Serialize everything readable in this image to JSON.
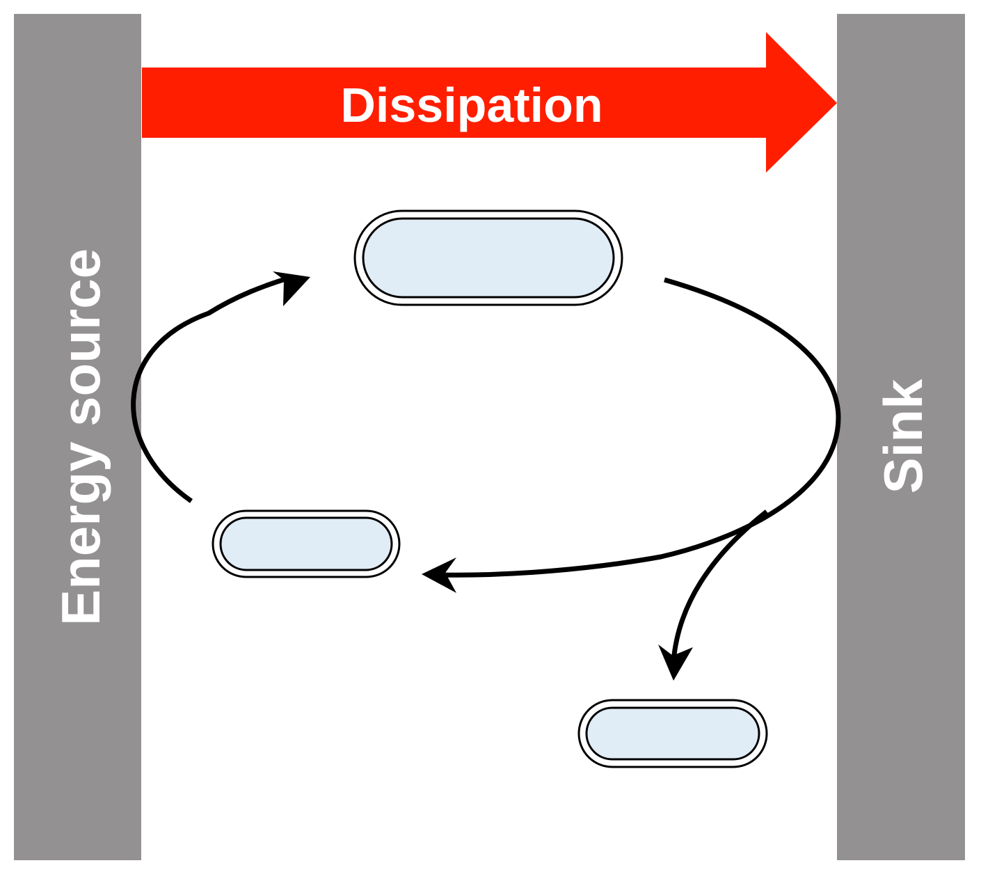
{
  "labels": {
    "source": "Energy source",
    "sink": "Sink",
    "dissipation": "Dissipation"
  },
  "colors": {
    "bar_fill": "#939192",
    "dissipation_arrow": "#ff1e00",
    "capsule_fill": "#e0ecf6",
    "capsule_stroke": "#000000",
    "cycle_arrow": "#000000",
    "label_text": "#ffffff"
  },
  "states": [
    {
      "id": "state-top"
    },
    {
      "id": "state-left"
    },
    {
      "id": "state-bottom-right"
    }
  ]
}
